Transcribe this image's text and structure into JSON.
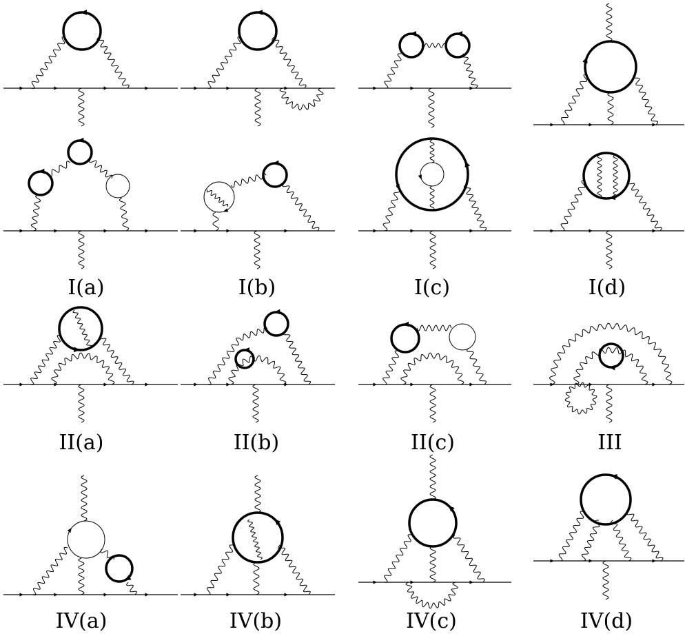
{
  "labels": {
    "Ia": "I(a)",
    "Ib": "I(b)",
    "Ic": "I(c)",
    "Id": "I(d)",
    "IIa": "II(a)",
    "IIb": "II(b)",
    "IIc": "II(c)",
    "III": "III",
    "IVa": "IV(a)",
    "IVb": "IV(b)",
    "IVc": "IV(c)",
    "IVd": "IV(d)"
  },
  "colors": {
    "ink": "#000000",
    "background": "#ffffff"
  }
}
